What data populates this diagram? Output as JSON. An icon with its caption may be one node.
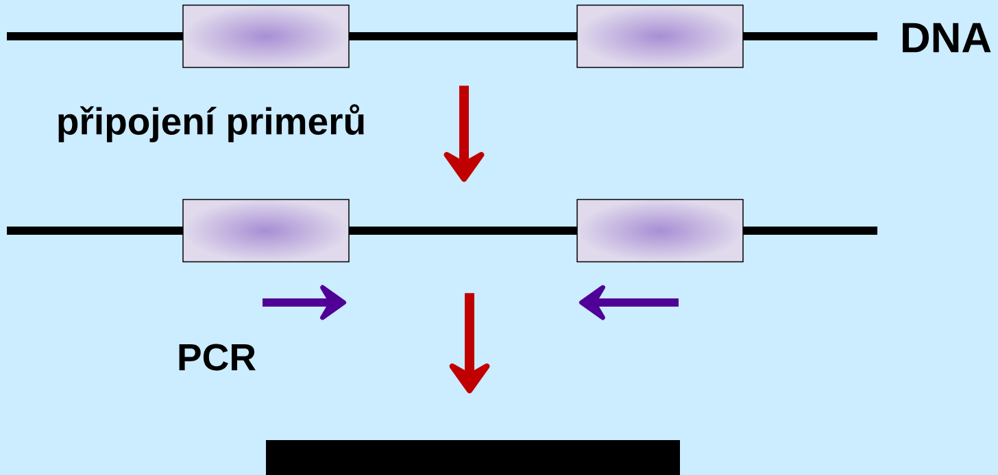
{
  "diagram": {
    "nodes": [
      {
        "text": [],
        "shape": "bar",
        "beside": [
          "DNA"
        ]
      },
      {
        "text": [],
        "shape": "box"
      },
      {
        "text": [],
        "shape": "box"
      },
      {
        "text": [],
        "shape": "bar"
      },
      {
        "text": [],
        "shape": "box"
      },
      {
        "text": [],
        "shape": "box"
      },
      {
        "text": [],
        "shape": "bar"
      }
    ],
    "edges": [
      {
        "from": 0,
        "to": 3,
        "arrow": "to",
        "color": "#c00000"
      },
      {
        "from": 3,
        "to": 6,
        "arrow": "to",
        "color": "#c00000"
      }
    ],
    "labels": [
      "připojení primerů",
      "PCR"
    ]
  }
}
